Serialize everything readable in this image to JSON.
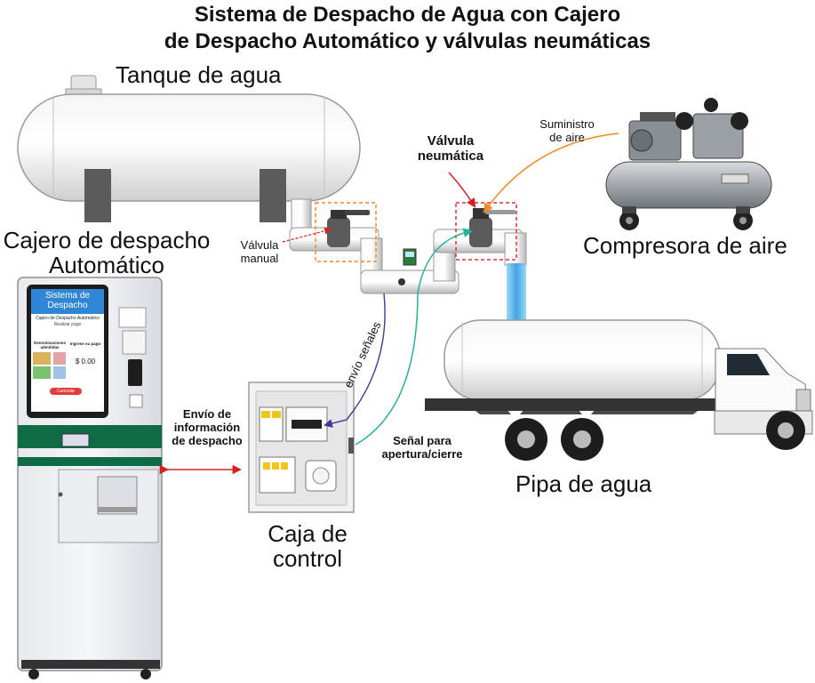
{
  "title": {
    "line1": "Sistema de Despacho de Agua con Cajero",
    "line2": "de Despacho Automático y válvulas neumáticas"
  },
  "labels": {
    "tank": "Tanque de agua",
    "atm_line1": "Cajero de despacho",
    "atm_line2": "Automático",
    "manual_valve_line1": "Válvula",
    "manual_valve_line2": "manual",
    "pneumatic_valve_line1": "Válvula",
    "pneumatic_valve_line2": "neumática",
    "air_supply_line1": "Suministro",
    "air_supply_line2": "de aire",
    "compressor": "Compresora de aire",
    "signals": "envío señales",
    "dispatch_info_line1": "Envío de",
    "dispatch_info_line2": "información",
    "dispatch_info_line3": "de despacho",
    "open_close_line1": "Señal para",
    "open_close_line2": "apertura/cierre",
    "truck": "Pipa de agua",
    "control_box_line1": "Caja de",
    "control_box_line2": "control"
  },
  "screen": {
    "header_line1": "Sistema de",
    "header_line2": "Despacho",
    "subtitle": "Cajero de Despacho Automático",
    "make_payment": "Realizar pago",
    "denominations_line1": "Denominaciones",
    "denominations_line2": "admitidas",
    "enter_payment": "Ingrese su pago",
    "amount": "$ 0.00",
    "cancel": "Cancelar"
  },
  "colors": {
    "screen_blue": "#2f86d6",
    "kiosk_green": "#0f6b45",
    "arrow_red": "#d62020",
    "signal_blue": "#3a3a9c",
    "signal_teal": "#22b39a",
    "air_orange": "#f08a24",
    "dashed_orange": "#f08a24",
    "dashed_red": "#e53030",
    "water_blue": "#4fb3e8"
  }
}
